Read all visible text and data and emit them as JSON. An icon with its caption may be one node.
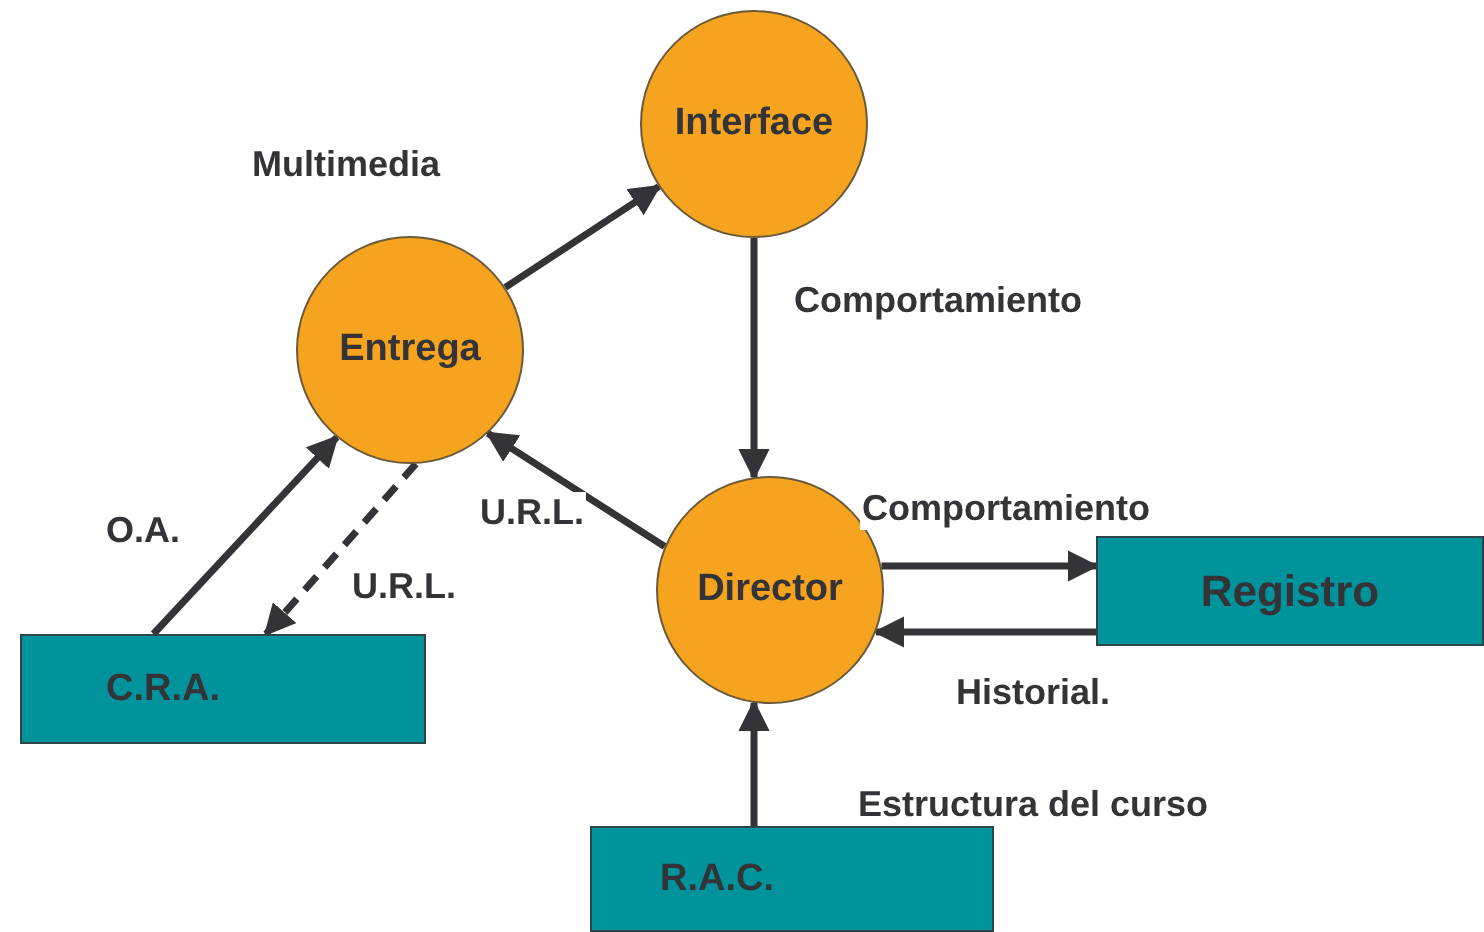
{
  "diagram": {
    "nodes": [
      {
        "text": [
          "Interface"
        ]
      },
      {
        "text": [
          "Entrega"
        ]
      },
      {
        "text": [
          "Director"
        ]
      },
      {
        "text": [
          "C.R.A."
        ]
      },
      {
        "text": [
          "Registro"
        ]
      },
      {
        "text": [
          "R.A.C."
        ]
      }
    ],
    "edges": [
      {
        "from": 1,
        "to": 0,
        "arrow": "to",
        "label": "Multimedia"
      },
      {
        "from": 0,
        "to": 2,
        "arrow": "to",
        "label": "Comportamiento"
      },
      {
        "from": 3,
        "to": 1,
        "arrow": "to",
        "label": "O.A."
      },
      {
        "from": 1,
        "to": 3,
        "arrow": "to",
        "label": "U.R.L.",
        "style": "dashed"
      },
      {
        "from": 2,
        "to": 1,
        "arrow": "to",
        "label": "U.R.L."
      },
      {
        "from": 2,
        "to": 4,
        "arrow": "to",
        "label": "Comportamiento"
      },
      {
        "from": 4,
        "to": 2,
        "arrow": "to",
        "label": "Historial."
      },
      {
        "from": 5,
        "to": 2,
        "arrow": "to",
        "label": "Estructura del curso"
      }
    ]
  }
}
